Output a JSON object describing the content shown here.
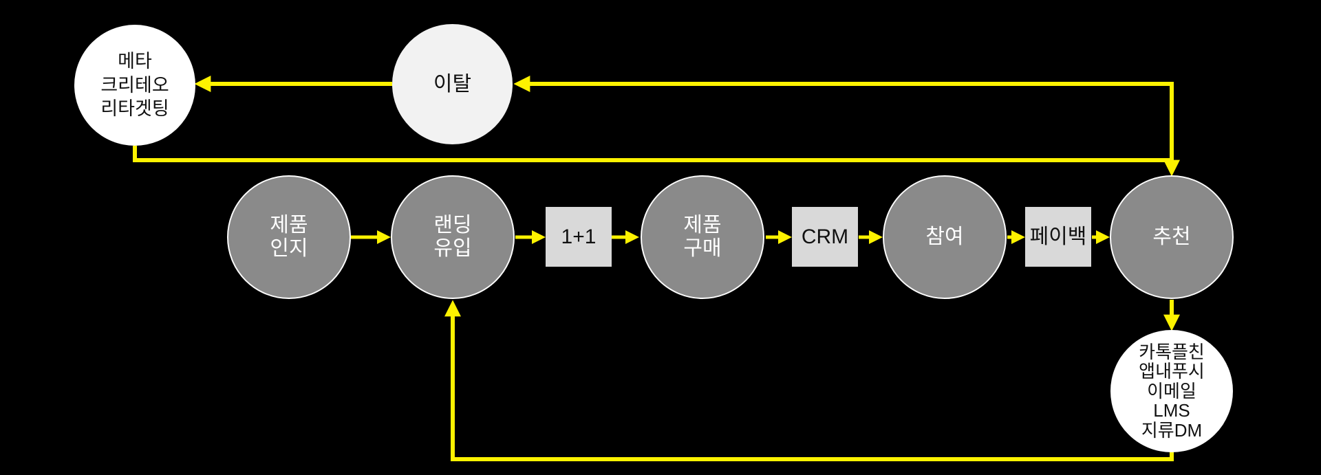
{
  "diagram": {
    "description": "Marketing funnel flow diagram on black background with yellow arrows",
    "colors": {
      "background": "#000000",
      "arrow": "#fdf200",
      "stage_circle_fill": "#8a8a8a",
      "stage_circle_border": "#fdfdfd",
      "stage_circle_text": "#ffffff",
      "tactic_box_fill": "#d9d9d9",
      "retargeting_circle_fill": "#ffffff",
      "churn_circle_fill": "#f2f2f2",
      "channels_circle_fill": "#ffffff"
    },
    "nodes": {
      "meta": {
        "label": "메타\n크리테오\n리타겟팅",
        "shape": "circle"
      },
      "churn": {
        "label": "이탈",
        "shape": "circle"
      },
      "awareness": {
        "label": "제품\n인지",
        "shape": "circle"
      },
      "landing": {
        "label": "랜딩\n유입",
        "shape": "circle"
      },
      "promo": {
        "label": "1+1",
        "shape": "box"
      },
      "purchase": {
        "label": "제품\n구매",
        "shape": "circle"
      },
      "crm": {
        "label": "CRM",
        "shape": "box"
      },
      "engagement": {
        "label": "참여",
        "shape": "circle"
      },
      "payback": {
        "label": "페이백",
        "shape": "box"
      },
      "referral": {
        "label": "추천",
        "shape": "circle"
      },
      "channels": {
        "label": "카톡플친\n앱내푸시\n이메일\nLMS\n지류DM",
        "shape": "circle"
      }
    },
    "connections": [
      {
        "from": "awareness",
        "to": "landing"
      },
      {
        "from": "landing",
        "to": "promo"
      },
      {
        "from": "promo",
        "to": "purchase"
      },
      {
        "from": "purchase",
        "to": "crm"
      },
      {
        "from": "crm",
        "to": "engagement"
      },
      {
        "from": "engagement",
        "to": "payback"
      },
      {
        "from": "payback",
        "to": "referral"
      },
      {
        "from": "referral",
        "to": "channels"
      },
      {
        "from": "channels",
        "to": "landing"
      },
      {
        "from": "referral-loop",
        "to": "churn"
      },
      {
        "from": "churn",
        "to": "meta"
      },
      {
        "from": "meta",
        "to": "referral"
      }
    ]
  }
}
